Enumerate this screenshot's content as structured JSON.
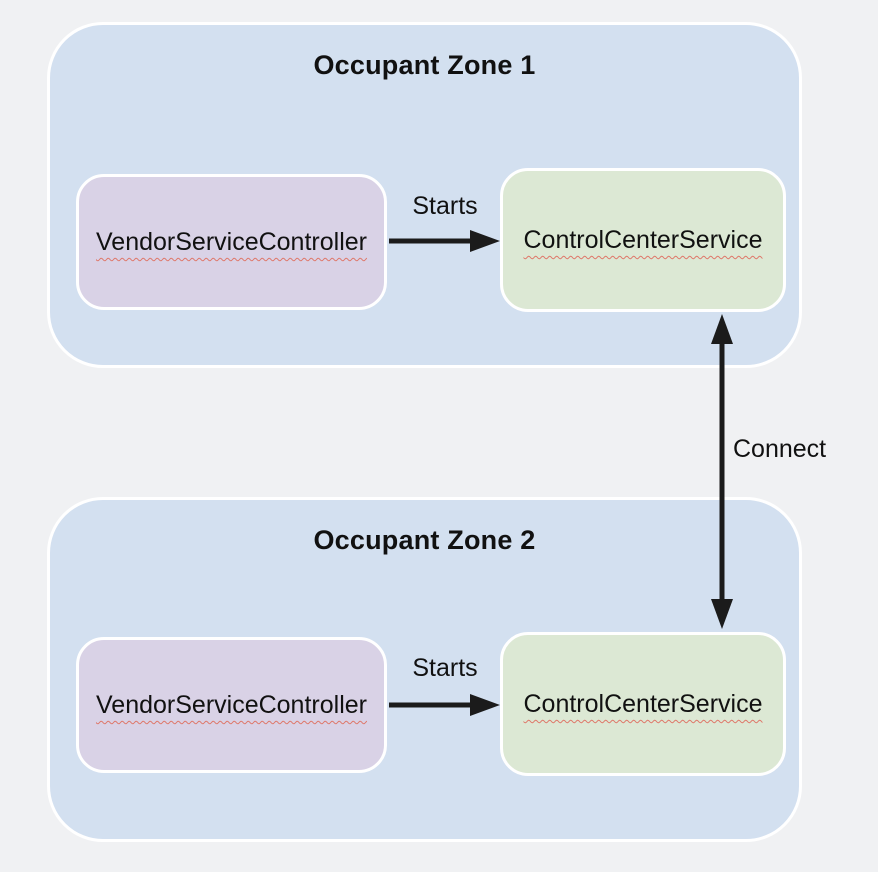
{
  "colors": {
    "background": "#f0f1f3",
    "zone_fill": "#d3e0f0",
    "zone_border": "#ffffff",
    "vendor_fill": "#d9d2e6",
    "control_fill": "#dce8d4",
    "node_border": "#ffffff",
    "arrow": "#1b1b1b",
    "text": "#111111",
    "spellcheck": "#df7668"
  },
  "zones": [
    {
      "title": "Occupant Zone 1",
      "vendor_label": "VendorServiceController",
      "control_label": "ControlCenterService",
      "starts_label": "Starts"
    },
    {
      "title": "Occupant Zone 2",
      "vendor_label": "VendorServiceController",
      "control_label": "ControlCenterService",
      "starts_label": "Starts"
    }
  ],
  "connector": {
    "label": "Connect"
  }
}
